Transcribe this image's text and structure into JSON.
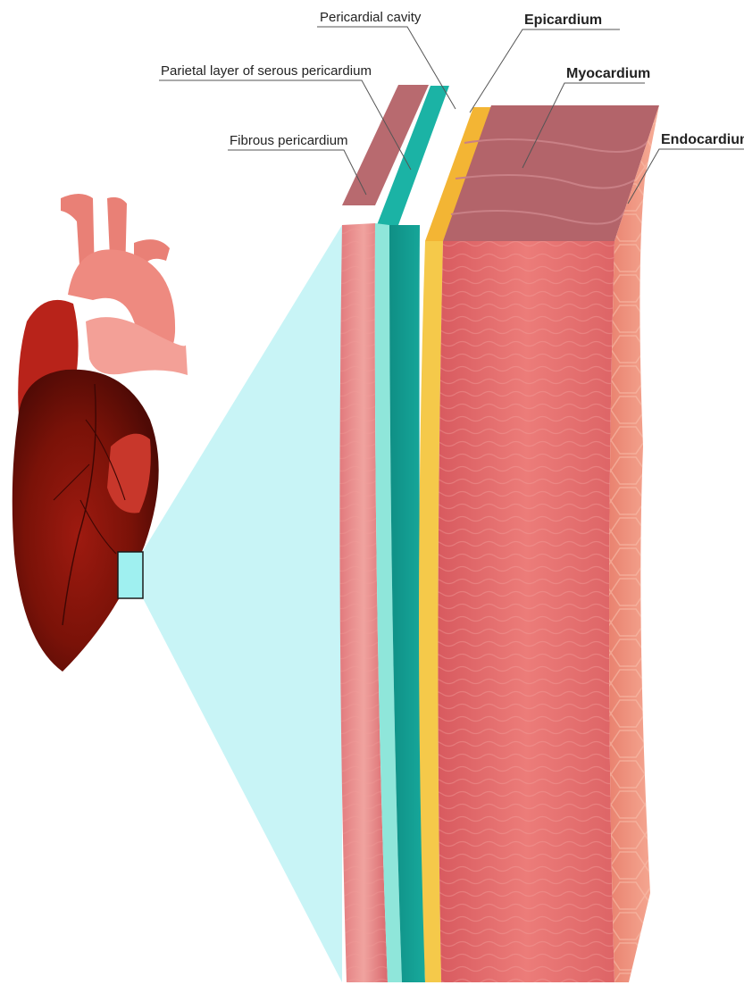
{
  "labels": {
    "pericardial_cavity": "Pericardial cavity",
    "parietal_layer": "Parietal layer of serous pericardium",
    "fibrous_pericardium": "Fibrous pericardium",
    "epicardium": "Epicardium",
    "myocardium": "Myocardium",
    "endocardium": "Endocardium"
  },
  "colors": {
    "fibrous": "#e07f7f",
    "fibrous_top": "#b86a6f",
    "serous_parietal": "#19a89b",
    "serous_parietal_light": "#8fe6da",
    "epicardium": "#f3c23a",
    "myocardium": "#e36a6a",
    "myocardium_top": "#b3646a",
    "endocardium": "#f39b86",
    "zoom_beam": "#c8f4f6",
    "heart_dark": "#7a1208",
    "heart_mid": "#b8231a",
    "heart_light": "#e98076"
  }
}
